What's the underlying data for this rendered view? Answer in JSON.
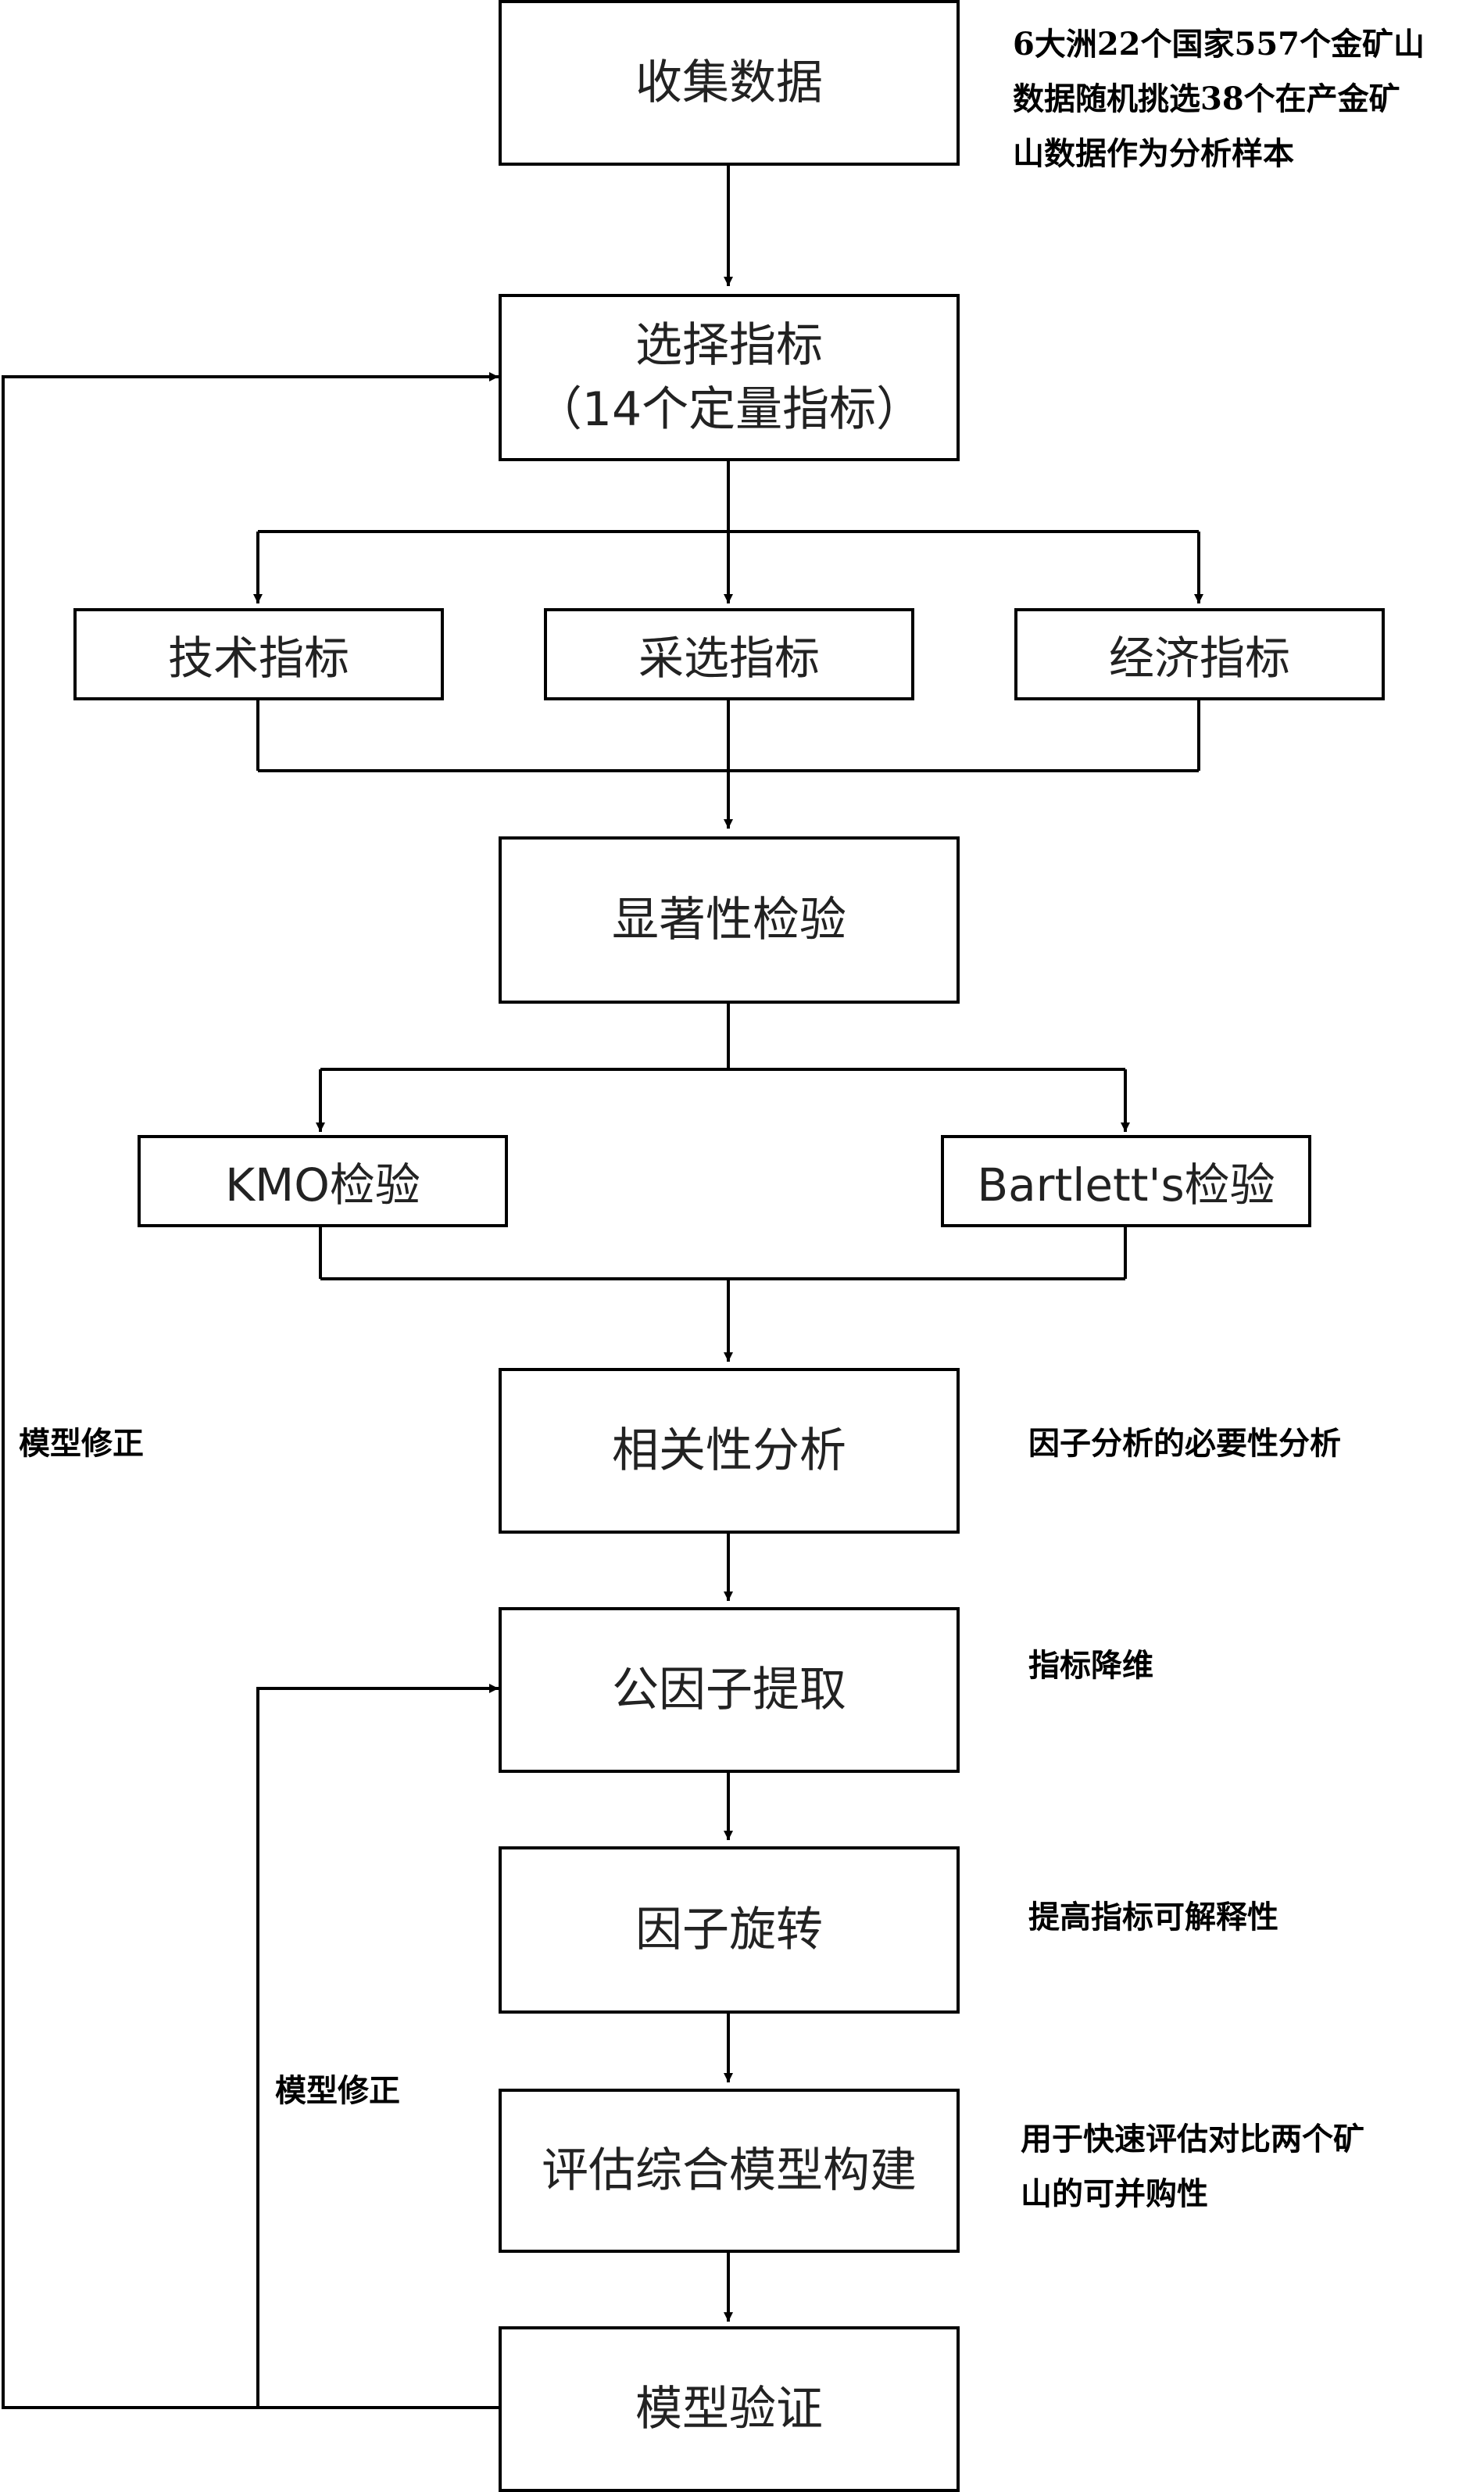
{
  "nodes": {
    "collect": "收集数据",
    "select_line1": "选择指标",
    "select_line2": "（14个定量指标）",
    "tech": "技术指标",
    "mining": "采选指标",
    "econ": "经济指标",
    "signif": "显著性检验",
    "kmo": "KMO检验",
    "bartlett": "Bartlett's检验",
    "corr": "相关性分析",
    "extract": "公因子提取",
    "rotate": "因子旋转",
    "build": "评估综合模型构建",
    "verify": "模型验证"
  },
  "notes": {
    "sample_line1": "6大洲22个国家557个金矿山",
    "sample_line2": "数据随机挑选38个在产金矿",
    "sample_line3": "山数据作为分析样本",
    "corr_note": "因子分析的必要性分析",
    "extract_note": "指标降维",
    "rotate_note": "提高指标可解释性",
    "build_line1": "用于快速评估对比两个矿",
    "build_line2": "山的可并购性",
    "feedback_outer": "模型修正",
    "feedback_inner": "模型修正"
  }
}
